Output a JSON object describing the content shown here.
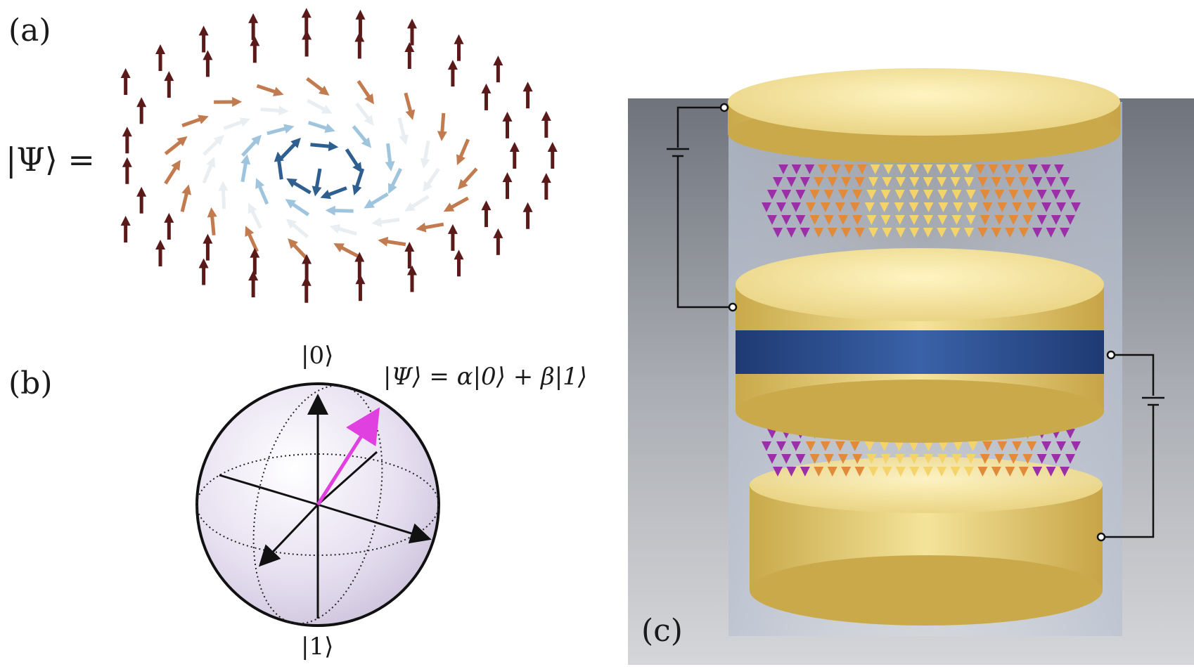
{
  "panels": {
    "a": {
      "label": "(a)",
      "equation": "|Ψ⟩ ="
    },
    "b": {
      "label": "(b)",
      "ket_zero": "|0⟩",
      "ket_one": "|1⟩",
      "state_equation": "|Ψ⟩ = α|0⟩ + β|1⟩"
    },
    "c": {
      "label": "(c)"
    }
  },
  "colors": {
    "arrow_dark": "#5b1a1a",
    "arrow_orange": "#c27a4f",
    "arrow_white": "#e8eef2",
    "arrow_lightblue": "#9fc4dd",
    "arrow_blue": "#2f5f8f",
    "bloch_vector": "#e040e0",
    "electrode_gold": "#e8d27a",
    "insulator_blue": "#2f4f8f",
    "spin_purple": "#9b2fa8",
    "spin_orange": "#e08a3a",
    "spin_yellow": "#f3d36a",
    "background_panel_c": "#8a8e96"
  },
  "icons": [
    "skyrmion-arrow-field",
    "bloch-sphere",
    "battery-symbol",
    "cylindrical-device"
  ]
}
